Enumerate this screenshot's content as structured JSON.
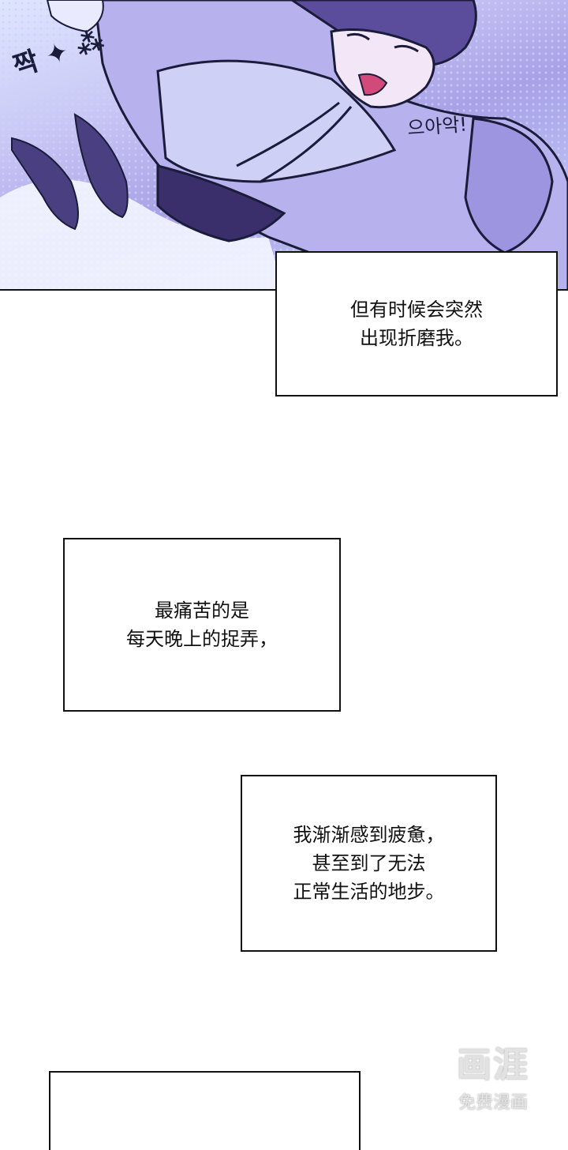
{
  "top_panel": {
    "sfx_left": "짝 ✦ ⁂",
    "sfx_scream": "으아악!"
  },
  "captions": [
    {
      "text": "但有时候会突然\n出现折磨我。"
    },
    {
      "text": "最痛苦的是\n每天晚上的捉弄，"
    },
    {
      "text": "我渐渐感到疲惫，\n甚至到了无法\n正常生活的地步。"
    },
    {
      "text": ""
    }
  ],
  "watermark": {
    "logo": "画涯",
    "subtitle": "免费漫画"
  },
  "colors": {
    "panel_purple": "#a9a1e6",
    "panel_blue": "#dfe6ff",
    "ink": "#111111"
  }
}
